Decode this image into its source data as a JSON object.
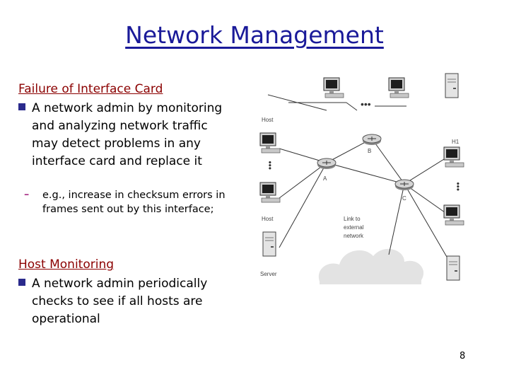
{
  "title": "Network Management",
  "sections": [
    {
      "heading": "Failure of Interface Card",
      "bullet": "A network admin by monitoring and analyzing network traffic may detect problems in any interface card and replace it",
      "sub": "e.g., increase in checksum errors in frames sent out by this interface;"
    },
    {
      "heading": "Host Monitoring",
      "bullet": "A network admin periodically checks to see if all hosts are operational"
    }
  ],
  "diagram": {
    "labels": {
      "host_top": "Host",
      "host_bottom": "Host",
      "server": "Server",
      "h1": "H1",
      "router_a": "A",
      "router_b": "B",
      "router_c": "C",
      "external_line1": "Link to",
      "external_line2": "external",
      "external_line3": "network"
    }
  },
  "page_number": "8"
}
